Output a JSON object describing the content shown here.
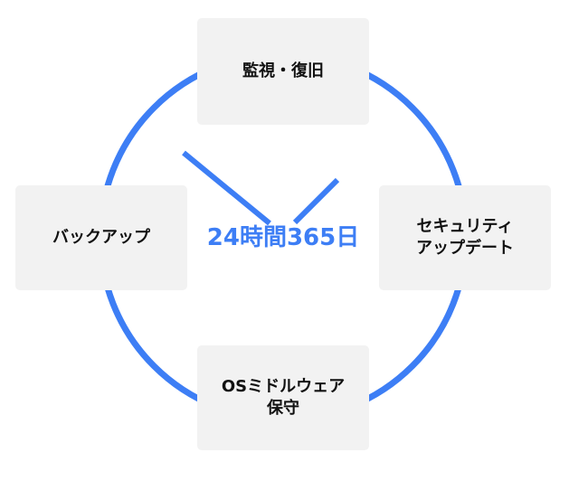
{
  "diagram": {
    "center_label": "24時間365日",
    "nodes": {
      "top": "監視・復旧",
      "left": "バックアップ",
      "right": "セキュリティ\nアップデート",
      "bottom": "OSミドルウェア\n保守"
    },
    "colors": {
      "ring": "#3d7ef5",
      "center_text": "#3d7ef5",
      "box_fill": "#f2f2f2",
      "box_text": "#111111"
    }
  }
}
